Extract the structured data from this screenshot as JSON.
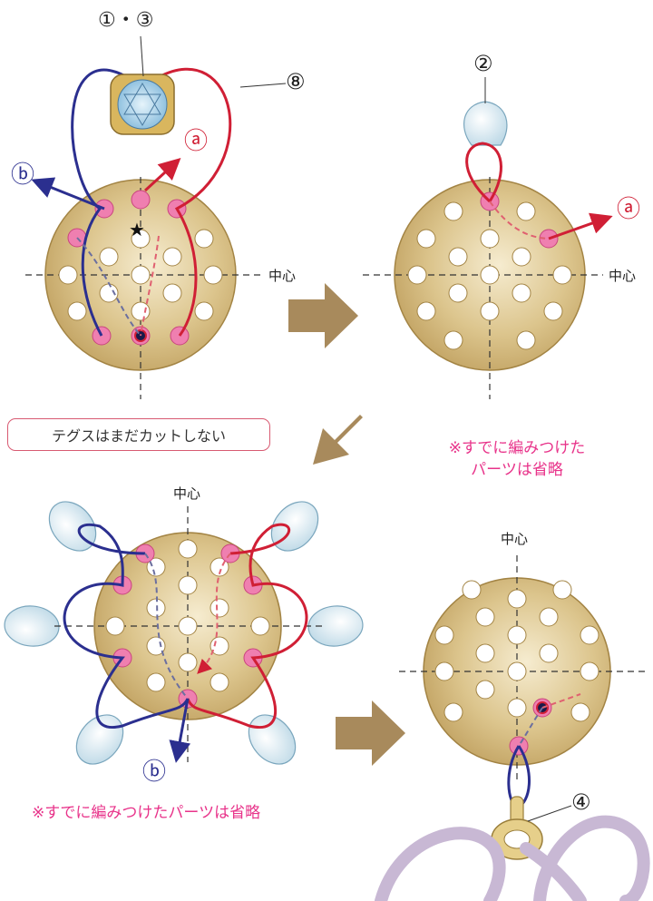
{
  "labels": {
    "center": "中心",
    "part_1_3": "①・③",
    "part_8": "⑧",
    "part_2": "②",
    "part_4": "④",
    "thread_a": "ⓐ",
    "thread_b": "ⓑ",
    "star": "★"
  },
  "callout": {
    "text": "テグスはまだカットしない"
  },
  "notes": {
    "omitted_parts_line1": "※すでに編みつけた",
    "omitted_parts_line2": "パーツは省略",
    "omitted_parts_single": "※すでに編みつけたパーツは省略"
  },
  "colors": {
    "plate": "#d9c38c",
    "plate_edge": "#a38444",
    "hole": "#ffffff",
    "hole_active": "#ef7fb0",
    "thread_red": "#d01f35",
    "thread_blue": "#2b2f8f",
    "arrow": "#a88a5c",
    "petal": "#d6e8f0",
    "cord": "#c8b8d4",
    "note_text": "#e8338a"
  }
}
